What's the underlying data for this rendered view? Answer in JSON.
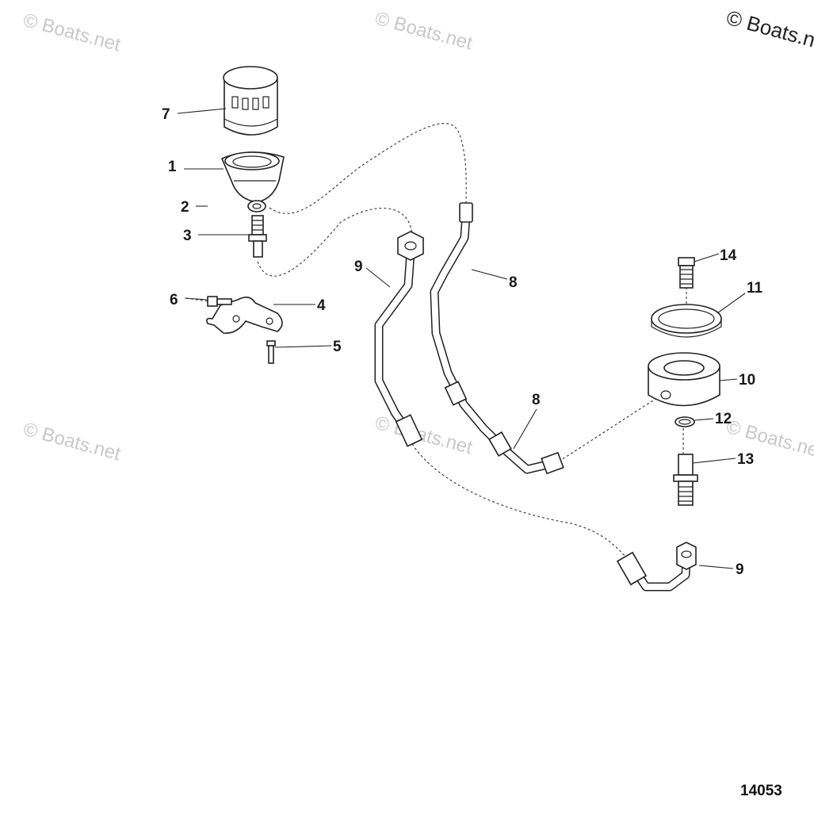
{
  "watermarks": [
    {
      "text": "© Boats.net"
    },
    {
      "text": "© Boats.net"
    },
    {
      "text": "© Boats.net"
    },
    {
      "text": "© Boats.net"
    },
    {
      "text": "© Boats.net"
    },
    {
      "text": "© Boats.net"
    }
  ],
  "callouts": [
    {
      "label": "7"
    },
    {
      "label": "1"
    },
    {
      "label": "2"
    },
    {
      "label": "3"
    },
    {
      "label": "6"
    },
    {
      "label": "4"
    },
    {
      "label": "5"
    },
    {
      "label": "9"
    },
    {
      "label": "8"
    },
    {
      "label": "14"
    },
    {
      "label": "11"
    },
    {
      "label": "10"
    },
    {
      "label": "8"
    },
    {
      "label": "12"
    },
    {
      "label": "13"
    },
    {
      "label": "9"
    }
  ],
  "reference_number": "14053"
}
